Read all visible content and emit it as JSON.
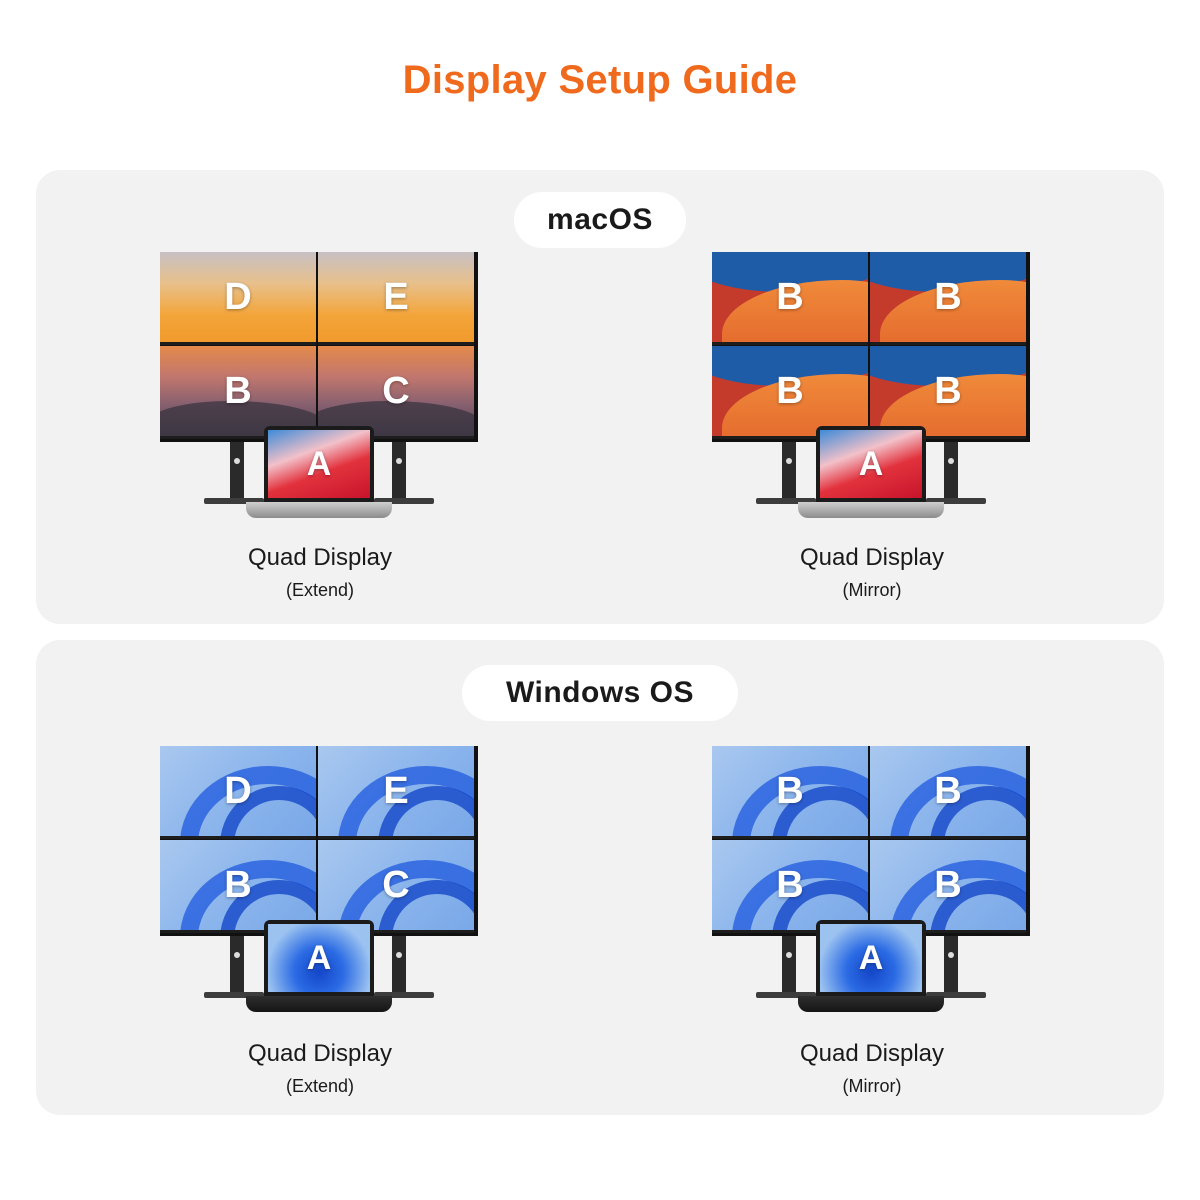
{
  "title": "Display Setup Guide",
  "colors": {
    "title": "#f06a1d",
    "panel": "#f2f2f2",
    "pill": "#ffffff"
  },
  "sections": [
    {
      "os": "macOS",
      "setups": [
        {
          "caption": "Quad Display",
          "mode": "(Extend)",
          "screens": [
            "D",
            "E",
            "B",
            "C"
          ],
          "laptop": "A",
          "wallpaper": "sunset"
        },
        {
          "caption": "Quad Display",
          "mode": "(Mirror)",
          "screens": [
            "B",
            "B",
            "B",
            "B"
          ],
          "laptop": "A",
          "wallpaper": "wave"
        }
      ]
    },
    {
      "os": "Windows OS",
      "setups": [
        {
          "caption": "Quad Display",
          "mode": "(Extend)",
          "screens": [
            "D",
            "E",
            "B",
            "C"
          ],
          "laptop": "A",
          "wallpaper": "bloom"
        },
        {
          "caption": "Quad Display",
          "mode": "(Mirror)",
          "screens": [
            "B",
            "B",
            "B",
            "B"
          ],
          "laptop": "A",
          "wallpaper": "bloom"
        }
      ]
    }
  ]
}
